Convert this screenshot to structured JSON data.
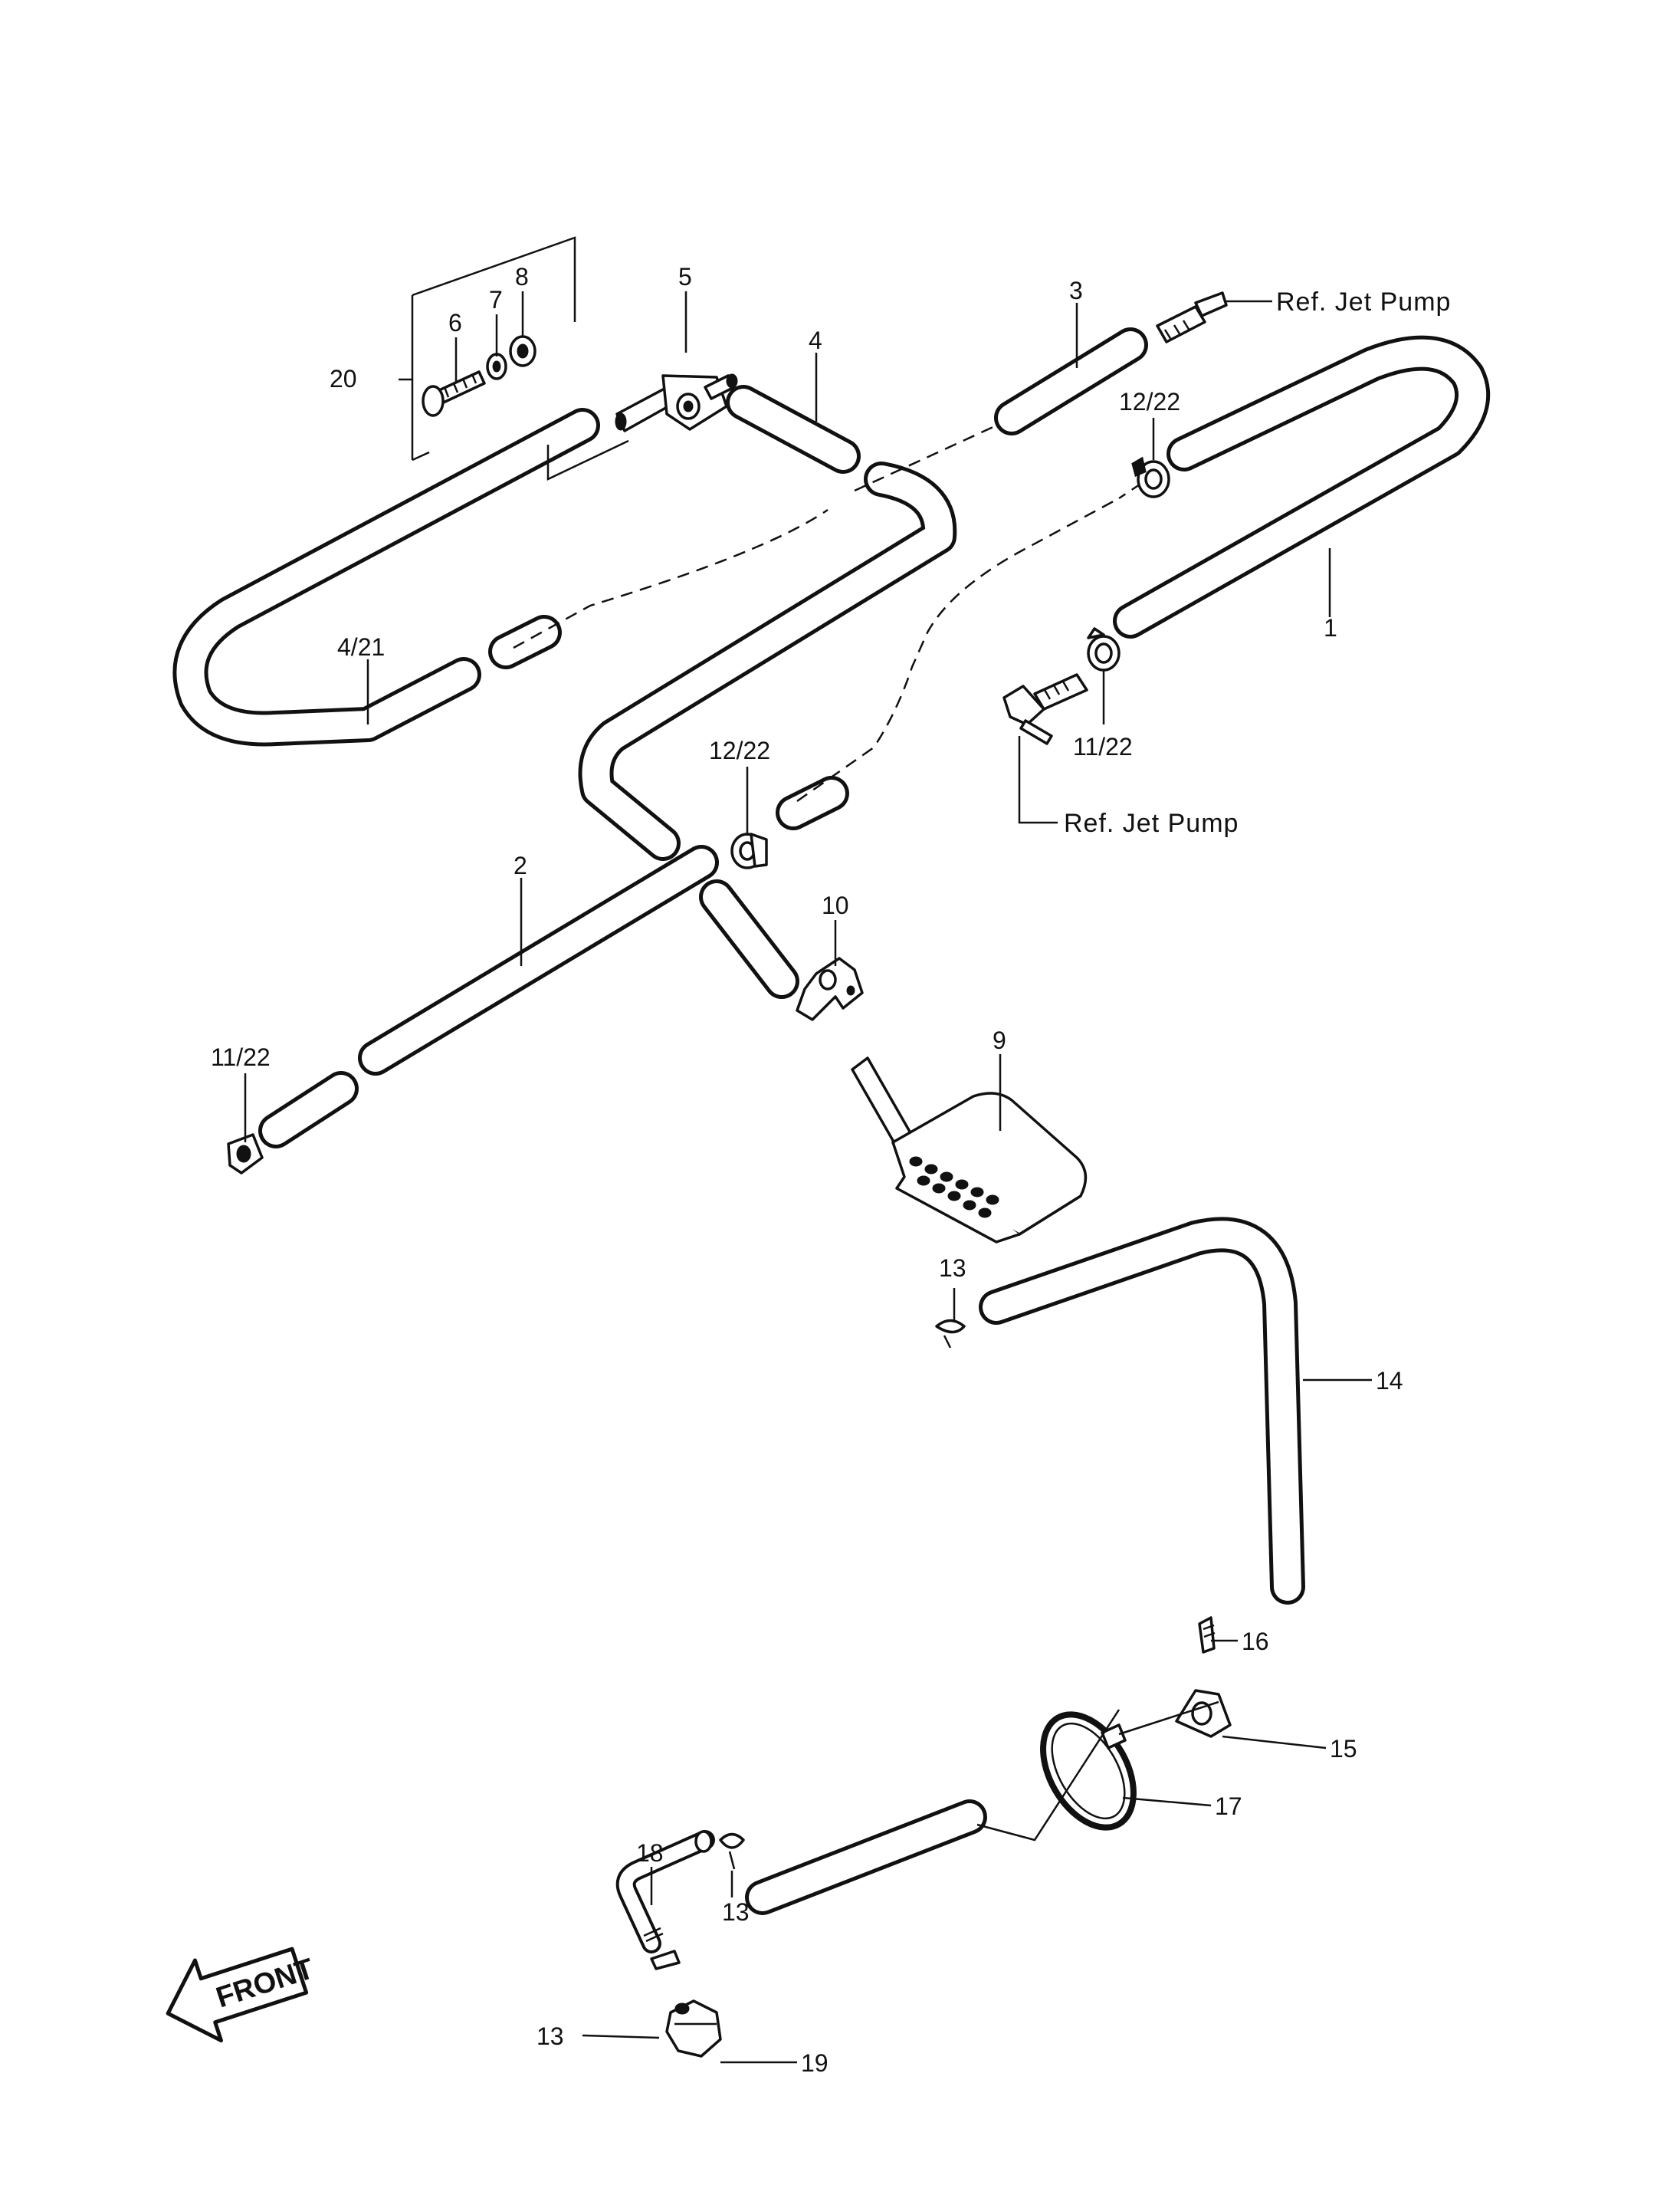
{
  "diagram": {
    "labels": {
      "l1": "1",
      "l2": "2",
      "l3": "3",
      "l4": "4",
      "l4_21": "4/21",
      "l5": "5",
      "l6": "6",
      "l7": "7",
      "l8": "8",
      "l9": "9",
      "l10": "10",
      "l11_22_a": "11/22",
      "l11_22_b": "11/22",
      "l12_22_a": "12/22",
      "l12_22_b": "12/22",
      "l13_a": "13",
      "l13_b": "13",
      "l13_c": "13",
      "l14": "14",
      "l15": "15",
      "l16": "16",
      "l17": "17",
      "l18": "18",
      "l19": "19",
      "l20": "20"
    },
    "ref_top": "Ref. Jet Pump",
    "ref_bottom": "Ref. Jet Pump",
    "front_arrow": "FRONT"
  }
}
